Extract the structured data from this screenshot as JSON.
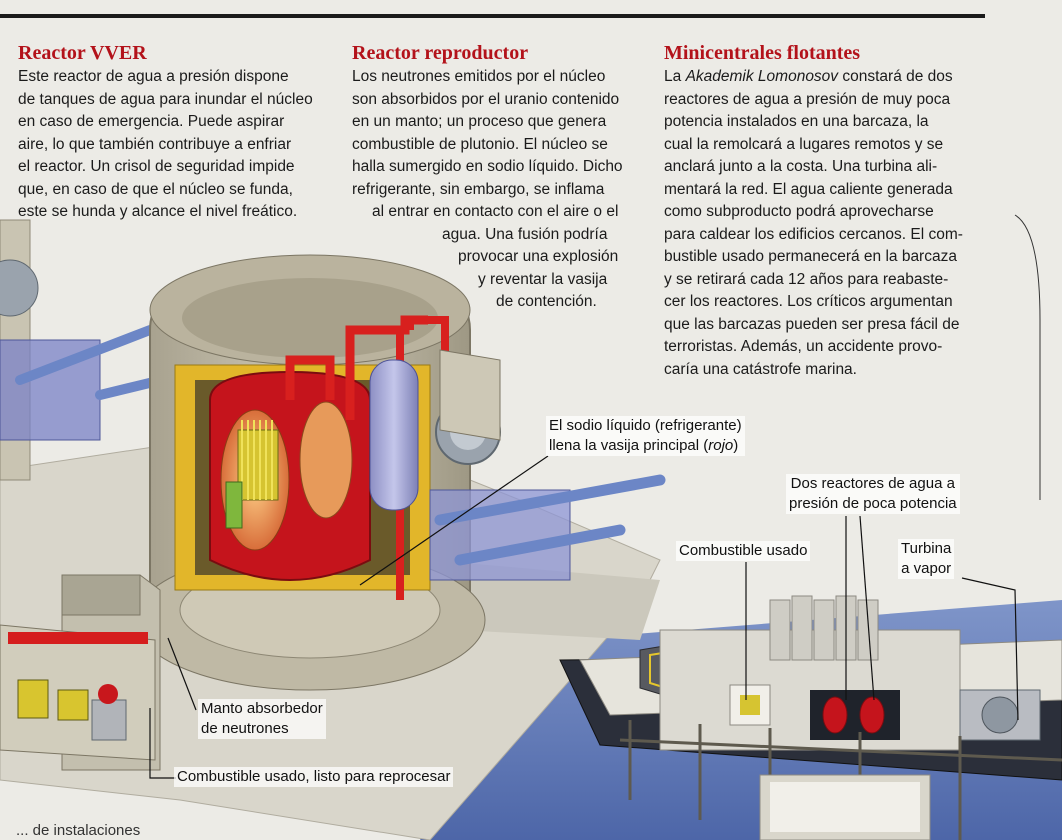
{
  "sections": {
    "vver": {
      "title": "Reactor VVER",
      "lines": [
        "Este reactor de agua a presión dispone",
        "de tanques de agua para inundar el núcleo",
        "en caso de emergencia. Puede aspirar",
        "aire, lo que también contribuye a enfriar",
        "el reactor. Un crisol de seguridad impide",
        "que, en caso de que el núcleo se funda,",
        "este se hunda y alcance el nivel freático."
      ]
    },
    "breeder": {
      "title": "Reactor reproductor",
      "lines": [
        "Los neutrones emitidos por el núcleo",
        "son absorbidos por el uranio contenido",
        "en un manto; un proceso que genera",
        "combustible de plutonio. El núcleo se",
        "halla sumergido en sodio líquido. Dicho",
        "refrigerante, sin embargo, se inflama",
        "al entrar en contacto con el aire o el",
        "agua. Una fusión podría",
        "provocar una explosión",
        "y reventar la vasija",
        "de contención."
      ]
    },
    "floating": {
      "title": "Minicentrales flotantes",
      "intro_prefix": "La ",
      "ship_name": "Akademik Lomonosov",
      "intro_suffix": " constará de dos",
      "lines": [
        "reactores de agua a presión de muy poca",
        "potencia instalados en una barcaza, la",
        "cual la remolcará a lugares remotos y se",
        "anclará junto a la costa. Una turbina ali-",
        "mentará la red. El agua caliente generada",
        "como subproducto podrá aprovecharse",
        "para caldear los edificios cercanos. El com-",
        "bustible usado permanecerá en la barcaza",
        "y se retirará cada 12 años para reabaste-",
        "cer los reactores. Los críticos argumentan",
        "que las barcazas pueden ser presa fácil de",
        "terroristas. Además, un accidente provo-",
        "caría una catástrofe marina."
      ]
    }
  },
  "labels": {
    "sodium_line1": "El sodio líquido (refrigerante)",
    "sodium_line2_prefix": "llena la vasija principal (",
    "sodium_line2_italic": "rojo",
    "sodium_line2_suffix": ")",
    "two_reactors_line1": "Dos reactores de agua a",
    "two_reactors_line2": "presión de poca potencia",
    "fuel_used": "Combustible usado",
    "turbine_line1": "Turbina",
    "turbine_line2": "a vapor",
    "blanket_line1": "Manto absorbedor",
    "blanket_line2": "de neutrones",
    "fuel_reprocess": "Combustible usado, listo para reprocesar"
  },
  "trailing_text": "... de instalaciones",
  "colors": {
    "heading": "#b3121a",
    "sodium": "#c5141c",
    "concrete": "#bdb8a8",
    "water": "#5b74b8",
    "steel": "#9aa3ad"
  }
}
